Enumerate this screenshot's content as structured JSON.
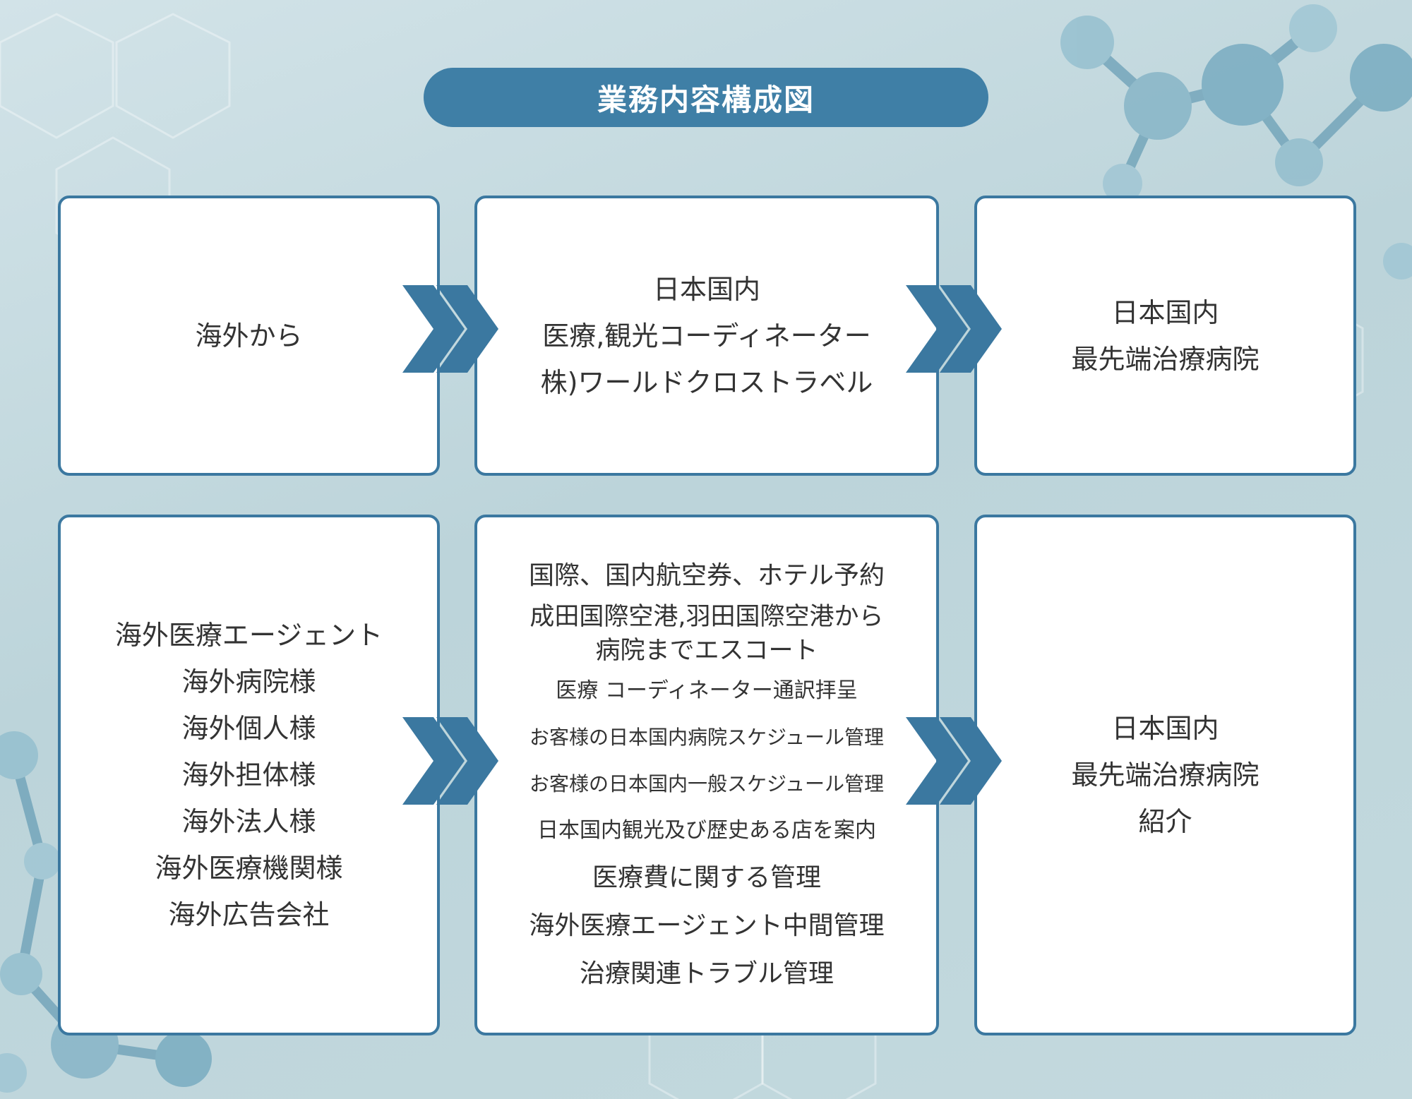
{
  "title": "業務内容構成図",
  "row1": {
    "left": {
      "lines": [
        "海外から"
      ]
    },
    "middle": {
      "lines": [
        "日本国内",
        "医療,観光コーディネーター",
        "株)ワールドクロストラベル"
      ]
    },
    "right": {
      "lines": [
        "日本国内",
        "最先端治療病院"
      ]
    }
  },
  "row2": {
    "left": {
      "lines": [
        "海外医療エージェント",
        "海外病院様",
        "海外個人様",
        "海外担体様",
        "海外法人様",
        "海外医療機関様",
        "海外広告会社"
      ]
    },
    "middle": {
      "line1": "国際、国内航空券、ホテル予約",
      "line2a": "成田国際空港,羽田国際空港から",
      "line2b": "病院までエスコート",
      "line3": "医療 コーディネーター通訳拝呈",
      "line4": "お客様の日本国内病院スケジュール管理",
      "line5": "お客様の日本国内一般スケジュール管理",
      "line6": "日本国内観光及び歴史ある店を案内",
      "line7": "医療費に関する管理",
      "line8": "海外医療エージェント中間管理",
      "line9": "治療関連トラブル管理"
    },
    "right": {
      "lines": [
        "日本国内",
        "最先端治療病院",
        "紹介"
      ]
    }
  },
  "colors": {
    "accent": "#3f7fa6",
    "border": "#3b78a0",
    "arrow": "#3b78a0",
    "text": "#333333",
    "background": "#c3d9de"
  },
  "icons": {
    "flow_arrow": "double-chevron-right-icon"
  }
}
